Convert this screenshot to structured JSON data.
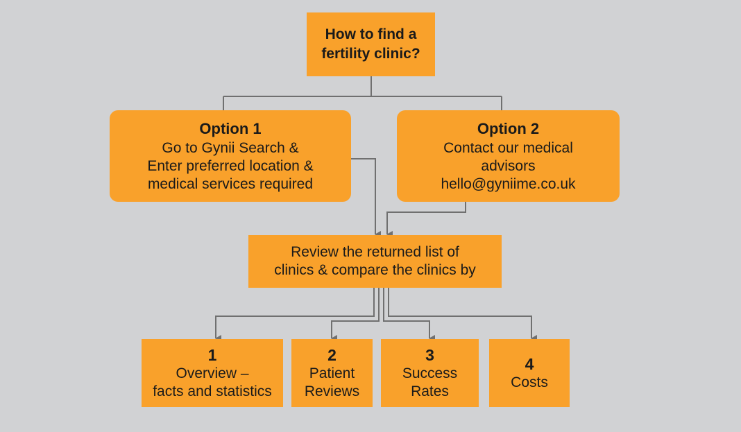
{
  "colors": {
    "background": "#d1d2d4",
    "box": "#f9a12b",
    "connector": "#707070",
    "text": "#1a1a1a"
  },
  "top": {
    "lines": [
      "How to find a",
      "fertility clinic?"
    ]
  },
  "option1": {
    "heading": "Option 1",
    "lines": [
      "Go to Gynii Search &",
      "Enter preferred location &",
      "medical services required"
    ]
  },
  "option2": {
    "heading": "Option 2",
    "lines": [
      "Contact our medical",
      "advisors",
      "hello@gyniime.co.uk"
    ]
  },
  "review": {
    "lines": [
      "Review the returned list of",
      "clinics  & compare the clinics by"
    ]
  },
  "criteria": [
    {
      "number": "1",
      "lines": [
        "Overview –",
        "facts and statistics"
      ]
    },
    {
      "number": "2",
      "lines": [
        "Patient",
        "Reviews"
      ]
    },
    {
      "number": "3",
      "lines": [
        "Success",
        "Rates"
      ]
    },
    {
      "number": "4",
      "lines": [
        "Costs"
      ]
    }
  ]
}
